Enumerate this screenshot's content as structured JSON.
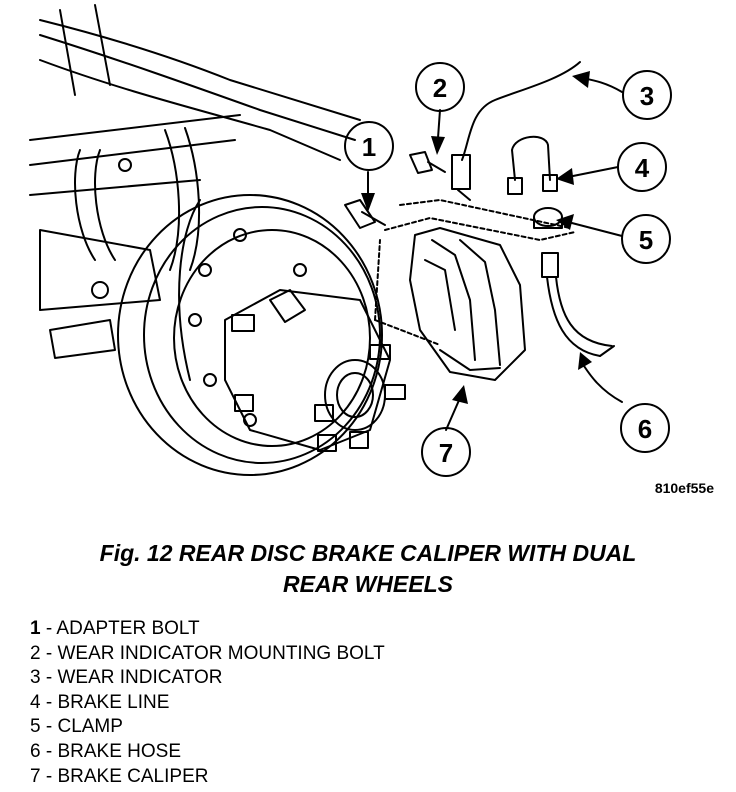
{
  "figure": {
    "image_code": "810ef55e",
    "caption_line1": "Fig. 12 REAR DISC BRAKE CALIPER WITH DUAL",
    "caption_line2": "REAR WHEELS"
  },
  "callouts": [
    "1",
    "2",
    "3",
    "4",
    "5",
    "6",
    "7"
  ],
  "legend": [
    {
      "num": "1",
      "sep": " - ",
      "label": "ADAPTER BOLT"
    },
    {
      "num": "2",
      "sep": " - ",
      "label": "WEAR INDICATOR MOUNTING BOLT"
    },
    {
      "num": "3",
      "sep": " - ",
      "label": "WEAR INDICATOR"
    },
    {
      "num": "4",
      "sep": " - ",
      "label": "BRAKE LINE"
    },
    {
      "num": "5",
      "sep": " - ",
      "label": "CLAMP"
    },
    {
      "num": "6",
      "sep": " - ",
      "label": "BRAKE HOSE"
    },
    {
      "num": "7",
      "sep": " - ",
      "label": "BRAKE CALIPER"
    }
  ]
}
